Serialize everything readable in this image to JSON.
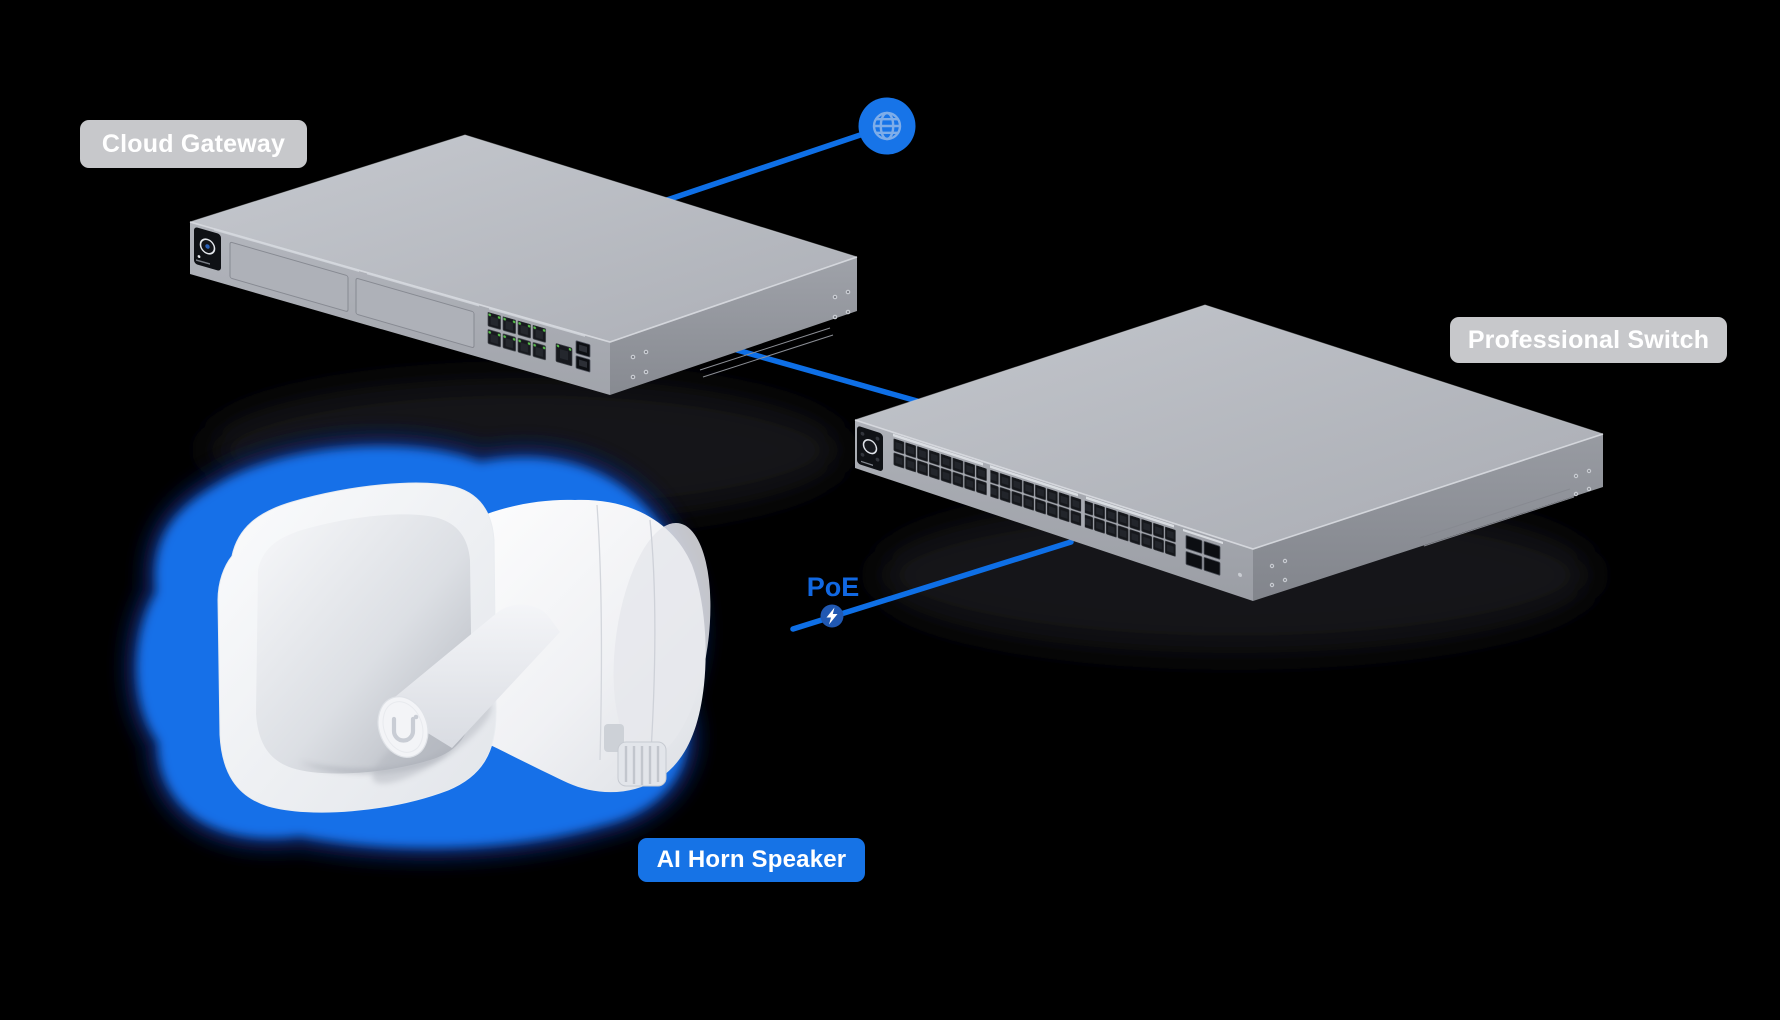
{
  "diagram": {
    "background": "#000000",
    "accent_blue": "#1673e6",
    "line_blue": "#0e6fe6",
    "label_gray": "#c7c8cb",
    "nodes": {
      "internet": {
        "icon": "globe-icon"
      },
      "cloud_gateway": {
        "label": "Cloud Gateway",
        "type": "rackmount gateway"
      },
      "professional_switch": {
        "label": "Professional Switch",
        "type": "48-port rackmount switch"
      },
      "ai_horn_speaker": {
        "label": "AI Horn Speaker",
        "type": "horn speaker",
        "highlight": "blue glow"
      },
      "poe": {
        "label": "PoE",
        "icon": "lightning-bolt-icon"
      }
    },
    "connections": [
      {
        "from": "internet",
        "to": "cloud_gateway"
      },
      {
        "from": "cloud_gateway",
        "to": "professional_switch"
      },
      {
        "from": "professional_switch",
        "to": "ai_horn_speaker",
        "via": "poe"
      }
    ]
  }
}
